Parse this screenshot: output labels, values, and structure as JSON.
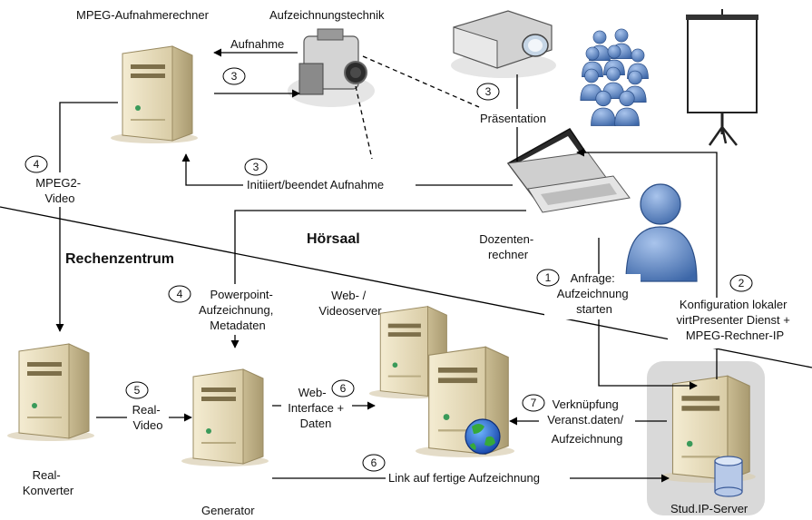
{
  "labels": {
    "mpeg_rechner": "MPEG-Aufnahmerechner",
    "aufzeichnungstechnik": "Aufzeichnungstechnik",
    "aufnahme": "Aufnahme",
    "praesentation": "Präsentation",
    "initiiert": "Initiiert/beendet Aufnahme",
    "mpeg2_1": "MPEG2-",
    "mpeg2_2": "Video",
    "rechenzentrum": "Rechenzentrum",
    "hoersaal": "Hörsaal",
    "dozent_1": "Dozenten-",
    "dozent_2": "rechner",
    "anfrage_1": "Anfrage:",
    "anfrage_2": "Aufzeichnung",
    "anfrage_3": "starten",
    "konfig_1": "Konfiguration lokaler",
    "konfig_2": "virtPresenter Dienst +",
    "konfig_3": "MPEG-Rechner-IP",
    "ppt_1": "Powerpoint-",
    "ppt_2": "Aufzeichnung,",
    "ppt_3": "Metadaten",
    "webserver_1": "Web- /",
    "webserver_2": "Videoserver",
    "real_video_1": "Real-",
    "real_video_2": "Video",
    "webif_1": "Web-",
    "webif_2": "Interface +",
    "webif_3": "Daten",
    "verkn_1": "Verknüpfung",
    "verkn_2": "Veranst.daten/",
    "verkn_3": "Aufzeichnung",
    "link": "Link auf fertige Aufzeichnung",
    "realkonv_1": "Real-",
    "realkonv_2": "Konverter",
    "generator": "Generator",
    "studip": "Stud.IP-Server"
  },
  "steps": {
    "s3a": "3",
    "s3b": "3",
    "s3c": "3",
    "s4a": "4",
    "s4b": "4",
    "s1": "1",
    "s2": "2",
    "s5": "5",
    "s6a": "6",
    "s6b": "6",
    "s7": "7"
  },
  "icons": [
    "server-icon",
    "camcorder-icon",
    "projector-icon",
    "audience-icon",
    "projection-screen-icon",
    "laptop-icon",
    "person-icon",
    "globe-icon",
    "database-icon"
  ],
  "colors": {
    "server_body": "#e8dfc4",
    "server_shadow": "#d8cdb0",
    "person_blue": "#5b86c5",
    "studip_bg": "#d9d9d9"
  }
}
